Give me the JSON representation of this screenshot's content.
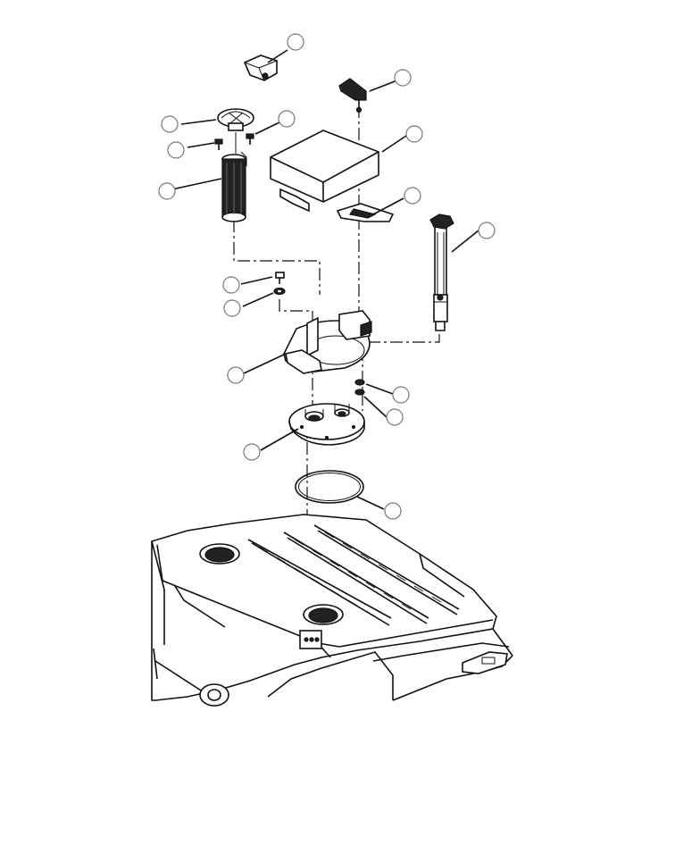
{
  "diagram": {
    "callouts": [
      {
        "id": "c1"
      },
      {
        "id": "c2"
      },
      {
        "id": "c3"
      },
      {
        "id": "c4"
      },
      {
        "id": "c5"
      },
      {
        "id": "c6"
      },
      {
        "id": "c7"
      },
      {
        "id": "c8"
      },
      {
        "id": "c9"
      },
      {
        "id": "c10"
      },
      {
        "id": "c11"
      },
      {
        "id": "c12"
      },
      {
        "id": "c13"
      },
      {
        "id": "c14"
      },
      {
        "id": "c15"
      },
      {
        "id": "c16"
      }
    ]
  }
}
